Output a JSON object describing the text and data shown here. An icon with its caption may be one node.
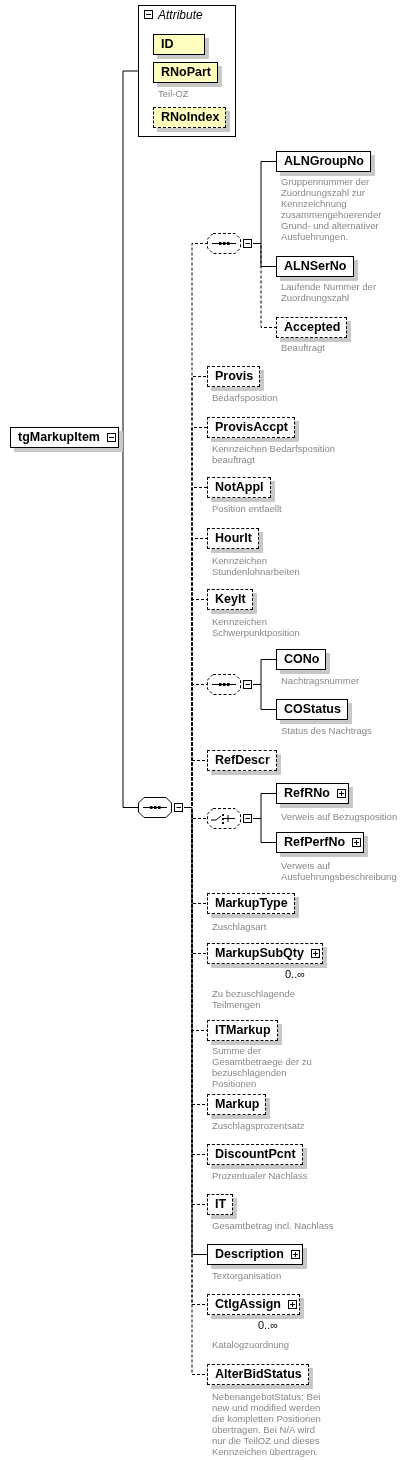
{
  "diagram": {
    "nodes": [
      {
        "text": [
          "tgMarkupItem"
        ]
      },
      {
        "text": [
          "Attribute"
        ]
      },
      {
        "text": [
          "ID"
        ],
        "in": 1
      },
      {
        "text": [
          "RNoPart"
        ],
        "in": 1,
        "beside": [
          "Teil-OZ"
        ]
      },
      {
        "text": [
          "RNoIndex"
        ],
        "in": 1
      },
      {
        "text": [],
        "shape": "hexagon"
      },
      {
        "text": [],
        "shape": "hexagon"
      },
      {
        "text": [
          "ALNGroupNo"
        ],
        "beside": [
          "Gruppennummer der Zuordnungszahl zur Kennzeichnung zusammengehoerender Grund- und alternativer Ausfuehrungen."
        ]
      },
      {
        "text": [
          "ALNSerNo"
        ],
        "beside": [
          "Laufende Nummer der Zuordnungszahl"
        ]
      },
      {
        "text": [
          "Accepted"
        ],
        "beside": [
          "Beauftragt"
        ]
      },
      {
        "text": [
          "Provis"
        ],
        "beside": [
          "Bedarfsposition"
        ]
      },
      {
        "text": [
          "ProvisAccpt"
        ],
        "beside": [
          "Kennzeichen Bedarfsposition beauftragt"
        ]
      },
      {
        "text": [
          "NotAppl"
        ],
        "beside": [
          "Position entfaellt"
        ]
      },
      {
        "text": [
          "HourIt"
        ],
        "beside": [
          "Kennzeichen Stundenlohnarbeiten"
        ]
      },
      {
        "text": [
          "KeyIt"
        ],
        "beside": [
          "Kennzeichen Schwerpunktposition"
        ]
      },
      {
        "text": [],
        "shape": "hexagon"
      },
      {
        "text": [
          "CONo"
        ],
        "beside": [
          "Nachtragsnummer"
        ]
      },
      {
        "text": [
          "COStatus"
        ],
        "beside": [
          "Status des Nachtrags"
        ]
      },
      {
        "text": [
          "RefDescr"
        ]
      },
      {
        "text": [],
        "shape": "hexagon"
      },
      {
        "text": [
          "RefRNo"
        ],
        "beside": [
          "Verweis auf Bezugsposition"
        ]
      },
      {
        "text": [
          "RefPerfNo"
        ],
        "beside": [
          "Verweis auf Ausfuehrungsbeschreibung"
        ]
      },
      {
        "text": [
          "MarkupType"
        ],
        "beside": [
          "Zuschlagsart"
        ]
      },
      {
        "text": [
          "MarkupSubQty"
        ],
        "beside": [
          "0..∞",
          "Zu bezuschlagende Teilmengen"
        ]
      },
      {
        "text": [
          "ITMarkup"
        ],
        "beside": [
          "Summe der Gesamtbetraege der zu bezuschlagenden Positionen"
        ]
      },
      {
        "text": [
          "Markup"
        ],
        "beside": [
          "Zuschlagsprozentsatz"
        ]
      },
      {
        "text": [
          "DiscountPcnt"
        ],
        "beside": [
          "Prozentualer Nachlass"
        ]
      },
      {
        "text": [
          "IT"
        ],
        "beside": [
          "Gesamtbetrag incl. Nachlass"
        ]
      },
      {
        "text": [
          "Description"
        ],
        "beside": [
          "Textorganisation"
        ]
      },
      {
        "text": [
          "CtlgAssign"
        ],
        "beside": [
          "0..∞",
          "Katalogzuordnung"
        ]
      },
      {
        "text": [
          "AlterBidStatus"
        ],
        "beside": [
          "NebenangebotStatus; Bei new und modified werden die kompletten Positionen übertragen. Bei N/A wird nur die TeilOZ und dieses Kennzeichen übertragen."
        ]
      }
    ],
    "edges": [
      {
        "from": 0,
        "to": 1,
        "arrow": "none"
      },
      {
        "from": 0,
        "to": 5,
        "arrow": "none"
      },
      {
        "from": 5,
        "to": 6,
        "arrow": "none",
        "style": "dashed"
      },
      {
        "from": 6,
        "to": 7,
        "arrow": "none"
      },
      {
        "from": 6,
        "to": 8,
        "arrow": "none"
      },
      {
        "from": 6,
        "to": 9,
        "arrow": "none",
        "style": "dashed"
      },
      {
        "from": 5,
        "to": 10,
        "arrow": "none",
        "style": "dashed"
      },
      {
        "from": 5,
        "to": 11,
        "arrow": "none",
        "style": "dashed"
      },
      {
        "from": 5,
        "to": 12,
        "arrow": "none",
        "style": "dashed"
      },
      {
        "from": 5,
        "to": 13,
        "arrow": "none",
        "style": "dashed"
      },
      {
        "from": 5,
        "to": 14,
        "arrow": "none",
        "style": "dashed"
      },
      {
        "from": 5,
        "to": 15,
        "arrow": "none",
        "style": "dashed"
      },
      {
        "from": 15,
        "to": 16,
        "arrow": "none"
      },
      {
        "from": 15,
        "to": 17,
        "arrow": "none"
      },
      {
        "from": 5,
        "to": 18,
        "arrow": "none",
        "style": "dashed"
      },
      {
        "from": 5,
        "to": 19,
        "arrow": "none",
        "style": "dashed"
      },
      {
        "from": 19,
        "to": 20,
        "arrow": "none"
      },
      {
        "from": 19,
        "to": 21,
        "arrow": "none"
      },
      {
        "from": 5,
        "to": 22,
        "arrow": "none",
        "style": "dashed"
      },
      {
        "from": 5,
        "to": 23,
        "arrow": "none",
        "style": "dashed"
      },
      {
        "from": 5,
        "to": 24,
        "arrow": "none",
        "style": "dashed"
      },
      {
        "from": 5,
        "to": 25,
        "arrow": "none",
        "style": "dashed"
      },
      {
        "from": 5,
        "to": 26,
        "arrow": "none",
        "style": "dashed"
      },
      {
        "from": 5,
        "to": 27,
        "arrow": "none",
        "style": "dashed"
      },
      {
        "from": 5,
        "to": 28,
        "arrow": "none"
      },
      {
        "from": 5,
        "to": 29,
        "arrow": "none",
        "style": "dashed"
      },
      {
        "from": 5,
        "to": 30,
        "arrow": "none",
        "style": "dashed"
      }
    ]
  }
}
